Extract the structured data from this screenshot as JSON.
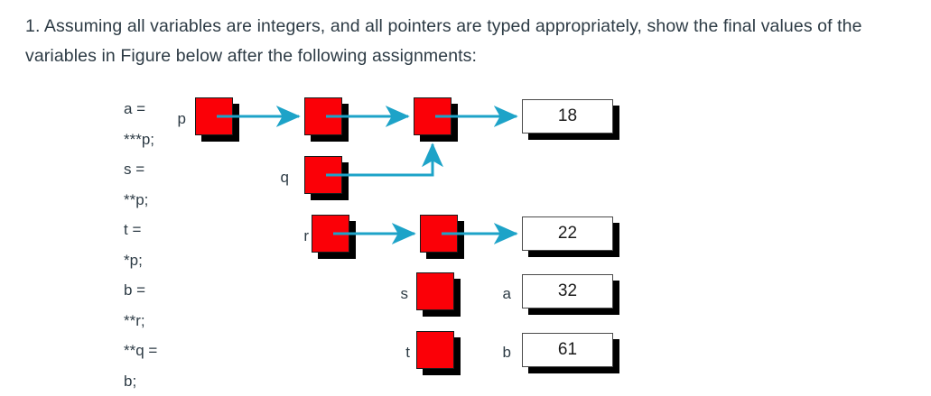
{
  "question": {
    "number": "1.",
    "text": "1. Assuming all variables are integers, and all pointers are typed appropriately, show the final values of the variables in Figure below after the following assignments:"
  },
  "assignments": [
    {
      "lhs": "a =",
      "stars": "***",
      "rhs": "p;"
    },
    {
      "lhs": "s =",
      "stars": "**",
      "rhs": "p;"
    },
    {
      "lhs": "t =",
      "stars": "*",
      "rhs": "p;"
    },
    {
      "lhs": "b =",
      "stars": "**",
      "rhs": "r;"
    },
    {
      "lhs": "",
      "stars": "**",
      "rhs": "q ="
    },
    {
      "lhs": "b;",
      "stars": "",
      "rhs": ""
    }
  ],
  "assignment_lines": [
    "a =",
    "***p;",
    "s =",
    "**p;",
    "t =",
    "*p;",
    "b =",
    "**r;",
    "**q =",
    "b;"
  ],
  "diagram": {
    "labels": {
      "p": "p",
      "q": "q",
      "r": "r",
      "s": "s",
      "t": "t",
      "a": "a",
      "b": "b"
    },
    "values": {
      "p_chain_value": "18",
      "r_chain_value": "22",
      "a_value": "32",
      "b_value": "61"
    },
    "colors": {
      "pointer_cell": "#fb0007",
      "cell_border": "#1a1a1a",
      "shadow": "#000000",
      "arrow": "#1da3c8",
      "value_cell_bg": "#ffffff",
      "text": "#2d3b45"
    },
    "structure": {
      "p_chain": [
        "p-cell-1",
        "p-cell-2",
        "p-cell-3",
        "value-18"
      ],
      "q_points_to": "p-cell-3",
      "r_chain": [
        "r-cell-1",
        "r-cell-2",
        "value-22"
      ],
      "s_cell_empty": true,
      "t_cell_empty": true
    }
  }
}
